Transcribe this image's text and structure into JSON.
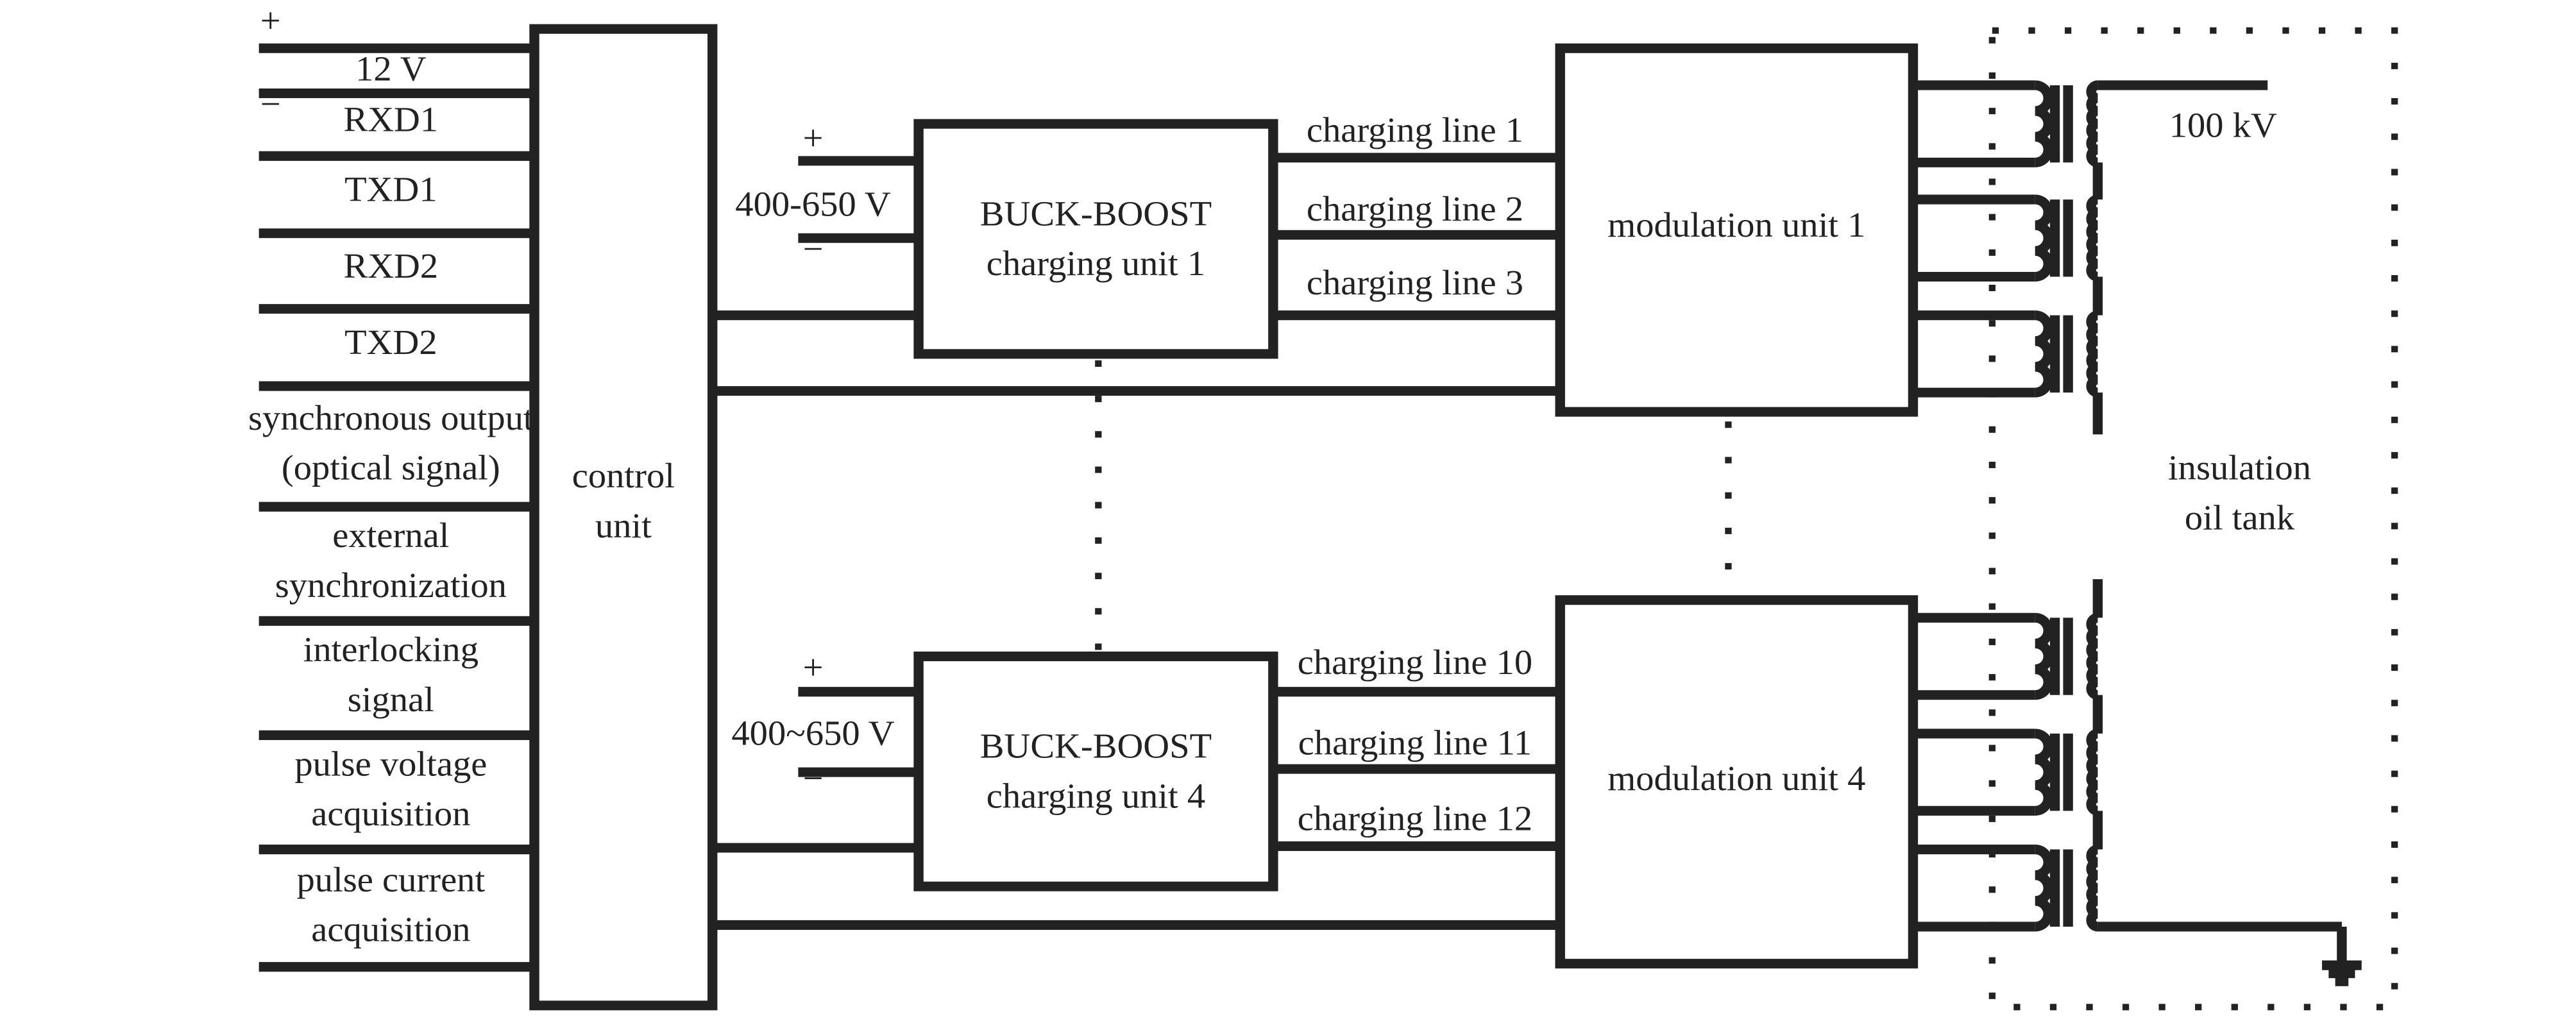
{
  "supply": {
    "plus": "+",
    "minus": "−",
    "voltage": "12 V"
  },
  "inputs": [
    {
      "lines": [
        "RXD1"
      ]
    },
    {
      "lines": [
        "TXD1"
      ]
    },
    {
      "lines": [
        "RXD2"
      ]
    },
    {
      "lines": [
        "TXD2"
      ]
    },
    {
      "lines": [
        "synchronous output",
        "(optical signal)"
      ]
    },
    {
      "lines": [
        "external",
        "synchronization"
      ]
    },
    {
      "lines": [
        "interlocking",
        "signal"
      ]
    },
    {
      "lines": [
        "pulse voltage",
        "acquisition"
      ]
    },
    {
      "lines": [
        "pulse current",
        "acquisition"
      ]
    }
  ],
  "control_unit": {
    "lines": [
      "control",
      "unit"
    ]
  },
  "chargers": [
    {
      "lines": [
        "BUCK-BOOST",
        "charging unit 1"
      ],
      "voltage": "400-650 V",
      "plus": "+",
      "minus": "−",
      "charging_lines": [
        "charging line 1",
        "charging line 2",
        "charging line 3"
      ]
    },
    {
      "lines": [
        "BUCK-BOOST",
        "charging unit 4"
      ],
      "voltage": "400~650 V",
      "plus": "+",
      "minus": "−",
      "charging_lines": [
        "charging line 10",
        "charging line 11",
        "charging line 12"
      ]
    }
  ],
  "modulators": [
    {
      "label": "modulation unit 1"
    },
    {
      "label": "modulation unit 4"
    }
  ],
  "output": {
    "voltage": "100 kV"
  },
  "tank": {
    "lines": [
      "insulation",
      "oil tank"
    ]
  }
}
